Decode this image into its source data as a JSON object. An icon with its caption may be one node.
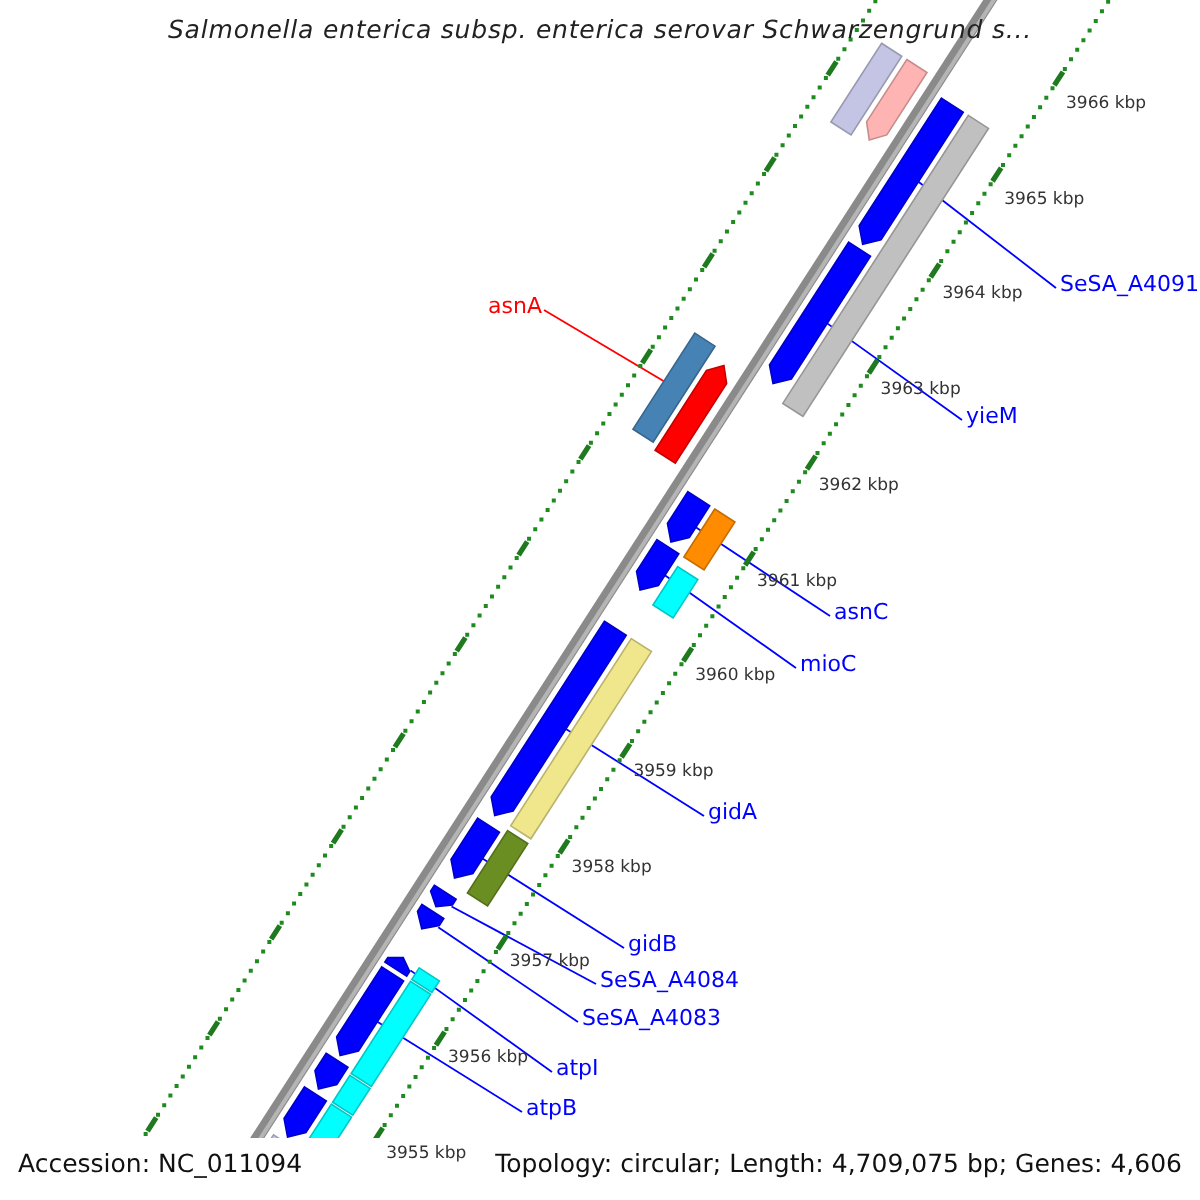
{
  "diagram": {
    "title": "Salmonella enterica subsp. enterica serovar Schwarzengrund s...",
    "nodes": [
      {
        "text": [
          "SeSA_A4091"
        ]
      },
      {
        "text": [
          "asnA"
        ]
      },
      {
        "text": [
          "yieM"
        ]
      },
      {
        "text": [
          "asnC"
        ]
      },
      {
        "text": [
          "mioC"
        ]
      },
      {
        "text": [
          "gidA"
        ]
      },
      {
        "text": [
          "gidB"
        ]
      },
      {
        "text": [
          "SeSA_A4084"
        ]
      },
      {
        "text": [
          "SeSA_A4083"
        ]
      },
      {
        "text": [
          "atpI"
        ]
      },
      {
        "text": [
          "atpB"
        ]
      },
      {
        "text": [],
        "shape": "bar"
      },
      {
        "text": [],
        "shape": "arrow"
      },
      {
        "text": [],
        "shape": "arrow"
      },
      {
        "text": [],
        "shape": "arrow"
      },
      {
        "text": [],
        "shape": "bar"
      },
      {
        "text": [],
        "shape": "bar"
      },
      {
        "text": [],
        "shape": "arrow"
      },
      {
        "text": [],
        "shape": "arrow"
      },
      {
        "text": [],
        "shape": "bar"
      },
      {
        "text": [],
        "shape": "arrow"
      },
      {
        "text": [],
        "shape": "bar"
      },
      {
        "text": [],
        "shape": "arrow"
      },
      {
        "text": [],
        "shape": "bar"
      },
      {
        "text": [],
        "shape": "arrow"
      },
      {
        "text": [],
        "shape": "bar"
      },
      {
        "text": [],
        "shape": "arrow"
      },
      {
        "text": [],
        "shape": "arrow"
      },
      {
        "text": [],
        "shape": "arrow"
      },
      {
        "text": [],
        "shape": "arrow"
      },
      {
        "text": [],
        "shape": "arrow"
      },
      {
        "text": [],
        "shape": "arrow"
      },
      {
        "text": [],
        "shape": "bar"
      },
      {
        "text": [],
        "shape": "bar"
      },
      {
        "text": [],
        "shape": "bar"
      },
      {
        "text": [],
        "shape": "bar"
      },
      {
        "text": [],
        "shape": "bar"
      }
    ],
    "edges": [
      {
        "from": 0,
        "to": 13,
        "arrow": "none"
      },
      {
        "from": 1,
        "to": 16,
        "arrow": "none",
        "color": "#ff0000"
      },
      {
        "from": 2,
        "to": 14,
        "arrow": "none"
      },
      {
        "from": 3,
        "to": 18,
        "arrow": "none"
      },
      {
        "from": 4,
        "to": 20,
        "arrow": "none"
      },
      {
        "from": 5,
        "to": 22,
        "arrow": "none"
      },
      {
        "from": 6,
        "to": 24,
        "arrow": "none"
      },
      {
        "from": 7,
        "to": 26,
        "arrow": "none"
      },
      {
        "from": 8,
        "to": 27,
        "arrow": "none"
      },
      {
        "from": 9,
        "to": 28,
        "arrow": "none"
      },
      {
        "from": 10,
        "to": 29,
        "arrow": "none"
      }
    ],
    "labels": [
      "3966 kbp",
      "3965 kbp",
      "3964 kbp",
      "3963 kbp",
      "3962 kbp",
      "3961 kbp",
      "3960 kbp",
      "3959 kbp",
      "3958 kbp",
      "3957 kbp",
      "3956 kbp",
      "3955 kbp",
      "Accession: NC_011094",
      "Topology: circular; Length: 4,709,075 bp; Genes: 4,606"
    ]
  }
}
